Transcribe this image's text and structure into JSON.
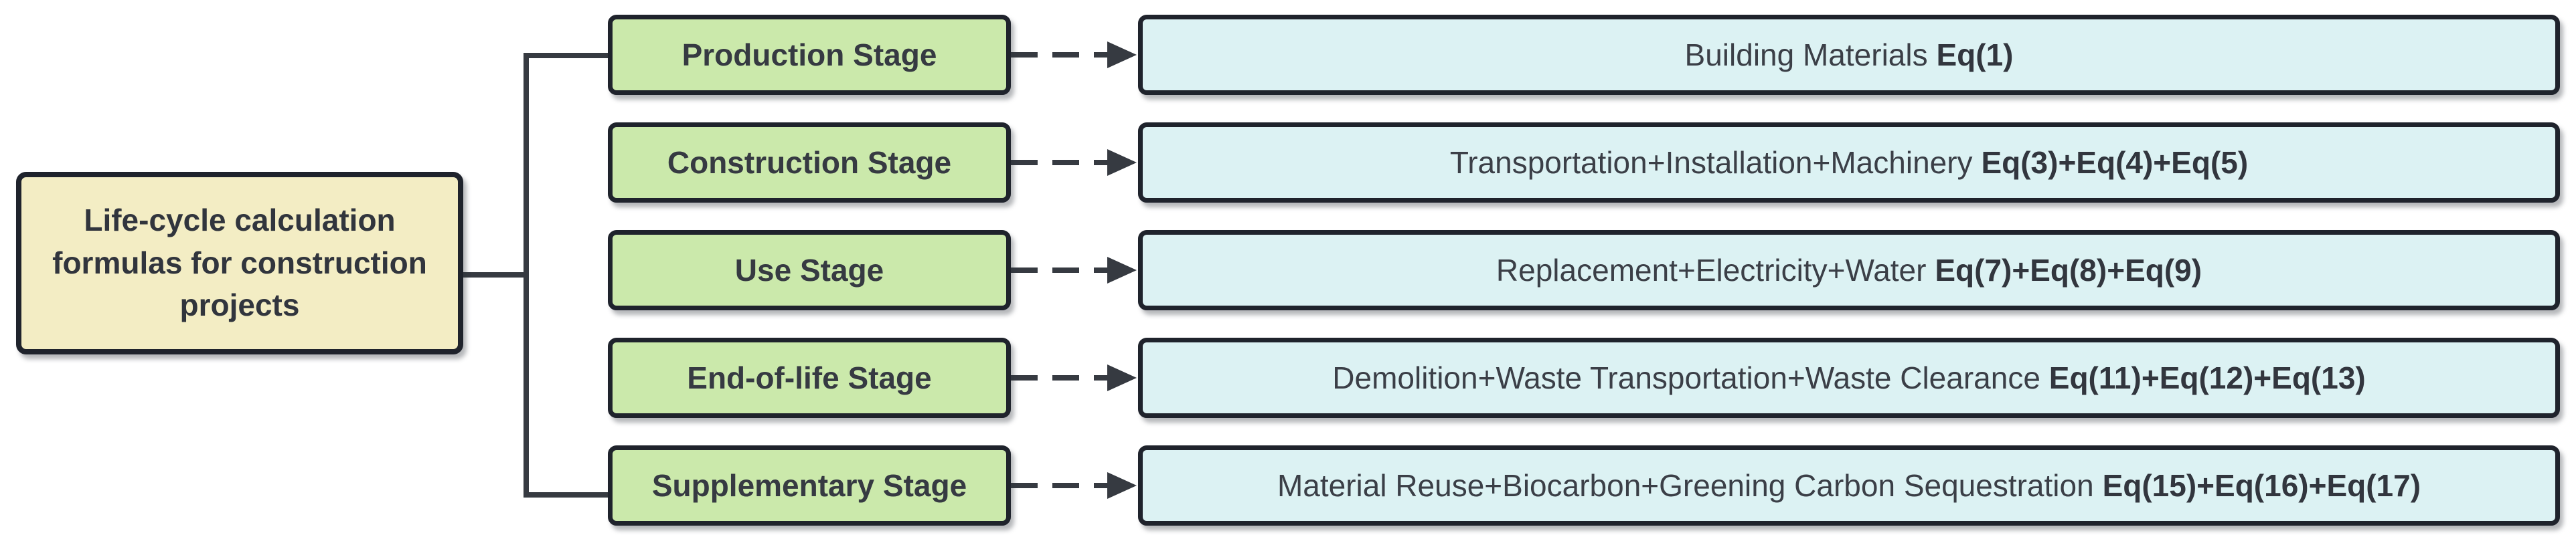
{
  "root": {
    "title": "Life-cycle calculation formulas for construction projects"
  },
  "rows": [
    {
      "stage": "Production Stage",
      "description": "Building Materials",
      "equations": "Eq(1)"
    },
    {
      "stage": "Construction Stage",
      "description": "Transportation+Installation+Machinery",
      "equations": "Eq(3)+Eq(4)+Eq(5)"
    },
    {
      "stage": "Use Stage",
      "description": "Replacement+Electricity+Water",
      "equations": "Eq(7)+Eq(8)+Eq(9)"
    },
    {
      "stage": "End-of-life Stage",
      "description": "Demolition+Waste Transportation+Waste Clearance",
      "equations": "Eq(11)+Eq(12)+Eq(13)"
    },
    {
      "stage": "Supplementary Stage",
      "description": "Material Reuse+Biocarbon+Greening Carbon Sequestration",
      "equations": "Eq(15)+Eq(16)+Eq(17)"
    }
  ],
  "colors": {
    "root_fill": "#f3edc4",
    "stage_fill": "#cbe9ab",
    "formula_fill": "#dcf2f3",
    "border": "#1f232c",
    "connector": "#363a41",
    "text": "#363a42"
  }
}
